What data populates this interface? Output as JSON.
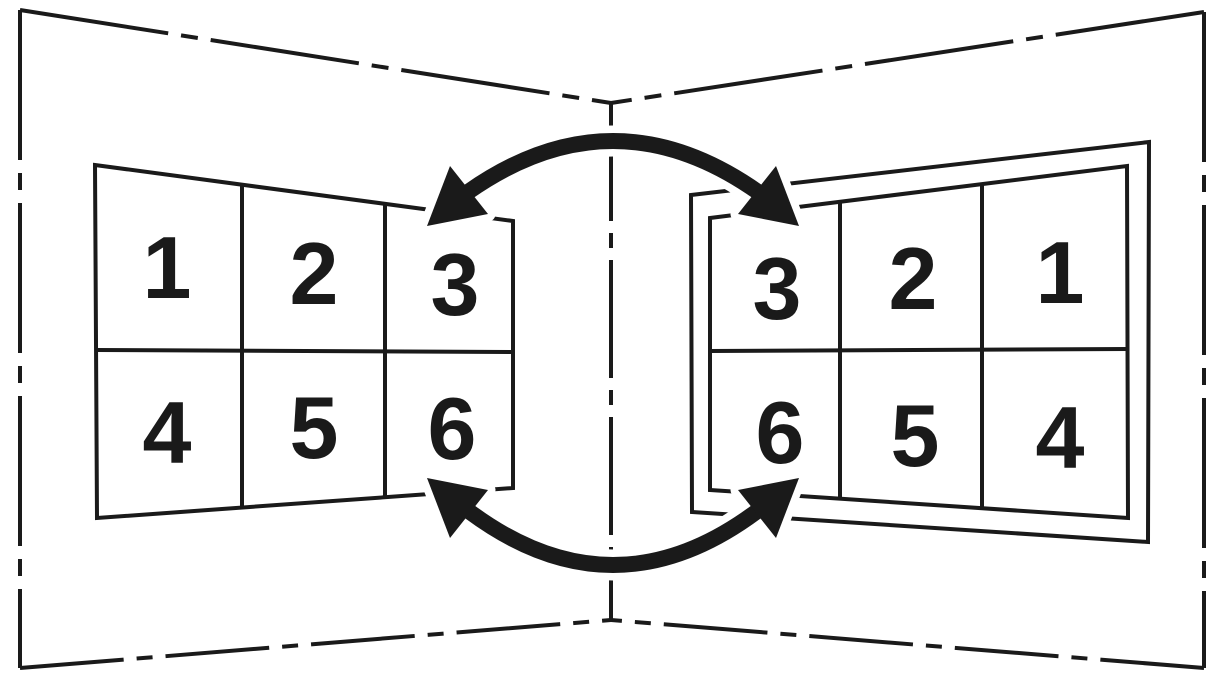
{
  "diagram": {
    "left_page": {
      "rows": [
        [
          "1",
          "2",
          "3"
        ],
        [
          "4",
          "5",
          "6"
        ]
      ]
    },
    "right_page": {
      "rows": [
        [
          "3",
          "2",
          "1"
        ],
        [
          "6",
          "5",
          "4"
        ]
      ]
    },
    "icons": {
      "top_arrow": "double-headed-curved-swap-arrow",
      "bottom_arrow": "double-headed-curved-swap-arrow"
    },
    "colors": {
      "ink": "#1a1a1a",
      "paper": "#ffffff"
    }
  }
}
